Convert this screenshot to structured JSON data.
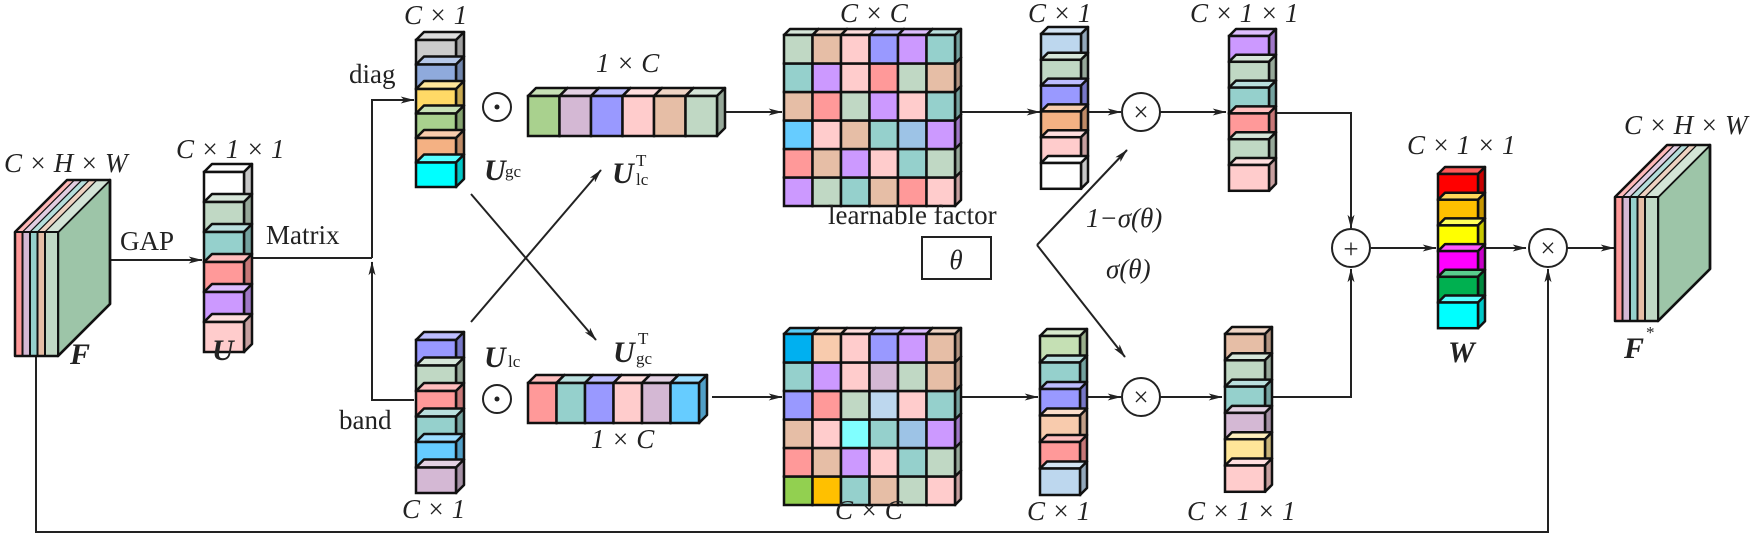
{
  "labels": {
    "input_dims": "C × H × W",
    "input_name": "F",
    "gap": "GAP",
    "u_dims": "C × 1 × 1",
    "u_name": "U",
    "matrix": "Matrix",
    "diag": "diag",
    "band": "band",
    "diag_vec_dims": "C × 1",
    "band_vec_dims": "C × 1",
    "odot_top": "⊙",
    "odot_bottom": "⊙",
    "u_gc": "U",
    "u_gc_sub": "gc",
    "u_lc_T": "U",
    "u_lc_T_sub": "lc",
    "u_lc_T_sup": "T",
    "u_lc": "U",
    "u_lc_sub": "lc",
    "u_gc_T": "U",
    "u_gc_T_sub": "gc",
    "u_gc_T_sup": "T",
    "row_top_dims": "1 × C",
    "row_bottom_dims": "1 × C",
    "mat_top_dims": "C × C",
    "mat_bottom_dims": "C × C",
    "learnable_factor": "learnable factor",
    "theta": "θ",
    "one_minus_sigma": "1−σ(θ)",
    "sigma": "σ(θ)",
    "vec_top_dims": "C × 1",
    "vec_bottom_dims": "C × 1",
    "out_top_dims": "C × 1 × 1",
    "out_bottom_dims": "C × 1 × 1",
    "times_top": "×",
    "times_bottom": "×",
    "plus": "+",
    "times_final": "×",
    "w_dims": "C × 1 × 1",
    "w_name": "W",
    "output_dims": "C × H × W",
    "output_name": "F",
    "output_sup": "*"
  },
  "colors": {
    "stroke": "#111111",
    "feature_face": "#9dc5a8",
    "feature_slices": [
      "#ff9999",
      "#d4b8d4",
      "#95d0cc",
      "#e6bea6",
      "#c0d8c4"
    ],
    "u_cells": [
      "#ffffff",
      "#c0d8c4",
      "#95d0cc",
      "#ff9999",
      "#cc99ff",
      "#ffcccc"
    ],
    "diag_cells": [
      "#cccccc",
      "#8faadc",
      "#ffd966",
      "#a9d18e",
      "#f4b183",
      "#00ffff"
    ],
    "band_cells": [
      "#9999ff",
      "#c0d8c4",
      "#ff9999",
      "#95d0cc",
      "#66ccff",
      "#d4b8d4"
    ],
    "row_top_cells": [
      "#a9d18e",
      "#d4b8d4",
      "#9999ff",
      "#ffcccc",
      "#e6bea6",
      "#c0d8c4"
    ],
    "row_bottom_cells": [
      "#ff9999",
      "#95d0cc",
      "#9999ff",
      "#ffcccc",
      "#d4b8d4",
      "#66ccff"
    ],
    "mat_top": [
      [
        "#c0d8c4",
        "#e6bea6",
        "#ffcccc",
        "#9999ff",
        "#cc99ff",
        "#95d0cc"
      ],
      [
        "#95d0cc",
        "#cc99ff",
        "#ffcccc",
        "#ff9999",
        "#c0d8c4",
        "#e6bea6"
      ],
      [
        "#e6bea6",
        "#ff9999",
        "#c0d8c4",
        "#cc99ff",
        "#ffcccc",
        "#95d0cc"
      ],
      [
        "#66ccff",
        "#ffcccc",
        "#e6bea6",
        "#95d0cc",
        "#9dc3e6",
        "#cc99ff"
      ],
      [
        "#ff9999",
        "#e6bea6",
        "#cc99ff",
        "#ffcccc",
        "#95d0cc",
        "#c0d8c4"
      ],
      [
        "#cc99ff",
        "#c0d8c4",
        "#95d0cc",
        "#e6bea6",
        "#ff9999",
        "#ffcccc"
      ]
    ],
    "mat_bottom": [
      [
        "#00b0f0",
        "#f8cbad",
        "#ffcccc",
        "#9999ff",
        "#cc99ff",
        "#e6bea6"
      ],
      [
        "#95d0cc",
        "#cc99ff",
        "#ffcccc",
        "#d4b8d4",
        "#c0d8c4",
        "#e6bea6"
      ],
      [
        "#9999ff",
        "#ff9999",
        "#c0d8c4",
        "#bdd7ee",
        "#ffcccc",
        "#95d0cc"
      ],
      [
        "#e6bea6",
        "#ffcccc",
        "#80ffff",
        "#95d0cc",
        "#9dc3e6",
        "#cc99ff"
      ],
      [
        "#ff9999",
        "#e6bea6",
        "#cc99ff",
        "#ffcccc",
        "#95d0cc",
        "#c0d8c4"
      ],
      [
        "#92d050",
        "#ffc000",
        "#95d0cc",
        "#e6bea6",
        "#c0d8c4",
        "#ffcccc"
      ]
    ],
    "vec_top_cells": [
      "#bdd7ee",
      "#c0d8c4",
      "#9999ff",
      "#f4b183",
      "#ffcccc",
      "#ffffff"
    ],
    "vec_bottom_cells": [
      "#c5e0b4",
      "#95d0cc",
      "#9999ff",
      "#f8cbad",
      "#ff9999",
      "#bdd7ee"
    ],
    "out_top_cells": [
      "#cc99ff",
      "#c0d8c4",
      "#95d0cc",
      "#ff9999",
      "#c0d8c4",
      "#ffcccc"
    ],
    "out_bottom_cells": [
      "#e6bea6",
      "#c0d8c4",
      "#95d0cc",
      "#d4b8d4",
      "#ffe699",
      "#ffcccc"
    ],
    "w_cells": [
      "#ff0000",
      "#ffc000",
      "#ffff00",
      "#ff00ff",
      "#00b050",
      "#00ffff"
    ]
  }
}
